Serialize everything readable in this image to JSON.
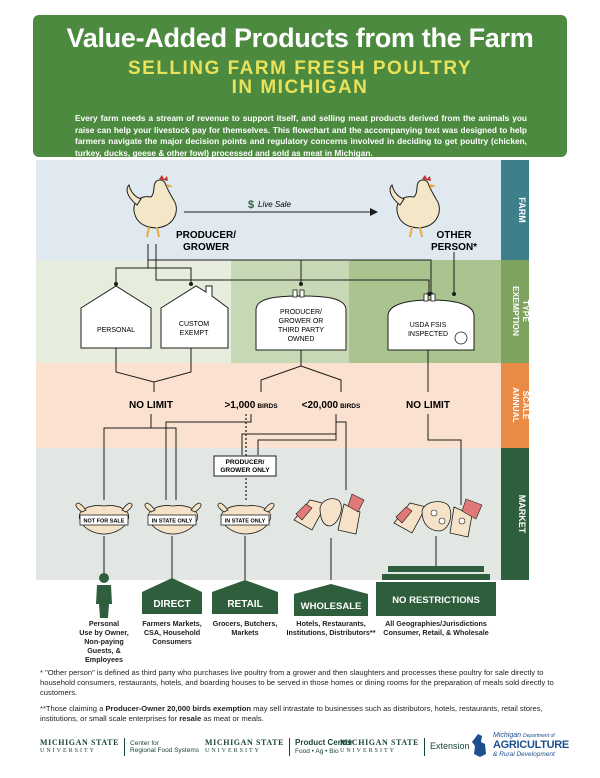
{
  "banner": {
    "title": "Value-Added Products from the Farm",
    "subtitle_line1": "SELLING FARM FRESH POULTRY",
    "subtitle_line2": "IN MICHIGAN",
    "body": "Every farm needs a stream of revenue to support itself, and selling meat products derived from the animals you raise can help your livestock pay for themselves. This flowchart and the accompanying text was designed to help farmers navigate the major decision points and regulatory concerns involved in deciding to get poultry (chicken, turkey, ducks, geese & other fowl) processed and sold as meat in Michigan."
  },
  "bands": {
    "farm": "FARM",
    "exemption_line1": "EXEMPTION",
    "exemption_line2": "TYPE",
    "scale_line1": "ANNUAL",
    "scale_line2": "SCALE",
    "market": "MARKET"
  },
  "farm": {
    "producer_line1": "PRODUCER/",
    "producer_line2": "GROWER",
    "live_sale": "Live Sale",
    "other_line1": "OTHER",
    "other_line2": "PERSON*"
  },
  "exemptions": {
    "personal": "PERSONAL",
    "custom_line1": "CUSTOM",
    "custom_line2": "EXEMPT",
    "pgtp_line1": "PRODUCER/",
    "pgtp_line2": "GROWER OR",
    "pgtp_line3": "THIRD PARTY",
    "pgtp_line4": "OWNED",
    "usda_line1": "USDA FSIS",
    "usda_line2": "INSPECTED"
  },
  "scale": {
    "no_limit_left": "NO LIMIT",
    "over_1000_num": ">1,000",
    "over_1000_unit": "BIRDS",
    "under_20000_num": "<20,000",
    "under_20000_unit": "BIRDS",
    "no_limit_right": "NO LIMIT",
    "producer_only_line1": "PRODUCER/",
    "producer_only_line2": "GROWER ONLY"
  },
  "tags": {
    "not_for_sale": "NOT FOR SALE",
    "in_state_only_1": "IN STATE ONLY",
    "in_state_only_2": "IN STATE ONLY"
  },
  "markets": {
    "direct": "DIRECT",
    "retail": "RETAIL",
    "wholesale": "WHOLESALE",
    "no_restrictions": "NO RESTRICTIONS"
  },
  "descriptions": {
    "personal_1": "Personal",
    "personal_2": "Use by Owner,",
    "personal_3": "Non-paying",
    "personal_4": "Guests, &",
    "personal_5": "Employees",
    "direct_1": "Farmers Markets,",
    "direct_2": "CSA, Household",
    "direct_3": "Consumers",
    "retail_1": "Grocers, Butchers,",
    "retail_2": "Markets",
    "wholesale_1": "Hotels, Restaurants,",
    "wholesale_2": "Institutions, Distributors**",
    "norestr_1": "All Geographies/Jurisdictions",
    "norestr_2": "Consumer, Retail, & Wholesale"
  },
  "footnotes": {
    "fn1": "* \"Other person\" is defined as third party who purchases live poultry from a grower and then slaughters and processes these poultry for sale directly to household consumers, restaurants, hotels, and boarding houses to be served in those homes or dining rooms for the preparation of meals sold directly to customers.",
    "fn2_pre": "**Those claiming a ",
    "fn2_bold": "Producer-Owner 20,000 birds exemption",
    "fn2_mid": " may sell intrastate to businesses such as distributors, hotels, restaurants, retail stores, institutions, or small scale enterprises for ",
    "fn2_bold2": "resale",
    "fn2_post": " as meat or meals."
  },
  "logos": {
    "msu1_name": "MICHIGAN STATE",
    "msu1_univ": "UNIVERSITY",
    "msu1_desc1": "Center for",
    "msu1_desc2": "Regional Food Systems",
    "msu2_name": "MICHIGAN STATE",
    "msu2_univ": "UNIVERSITY",
    "msu2_desc1": "Product Center",
    "msu2_desc2": "Food • Ag • Bio",
    "msu3_name": "MICHIGAN STATE",
    "msu3_univ": "UNIVERSITY",
    "msu3_desc": "Extension",
    "mdard_1": "Michigan",
    "mdard_2": "Department of",
    "mdard_3": "AGRICULTURE",
    "mdard_4": "& Rural Development"
  },
  "colors": {
    "banner_green": "#4c8a3f",
    "subtitle_yellow": "#e9e25a",
    "farm_band": "#dfe9ef",
    "farm_label": "#3e7f8c",
    "exemption_label": "#7da35f",
    "scale_band": "#fbe1cf",
    "scale_label": "#e98a45",
    "market_band": "#e3e7e3",
    "market_label": "#2f5e3c",
    "market_sign": "#2f5e3c"
  }
}
